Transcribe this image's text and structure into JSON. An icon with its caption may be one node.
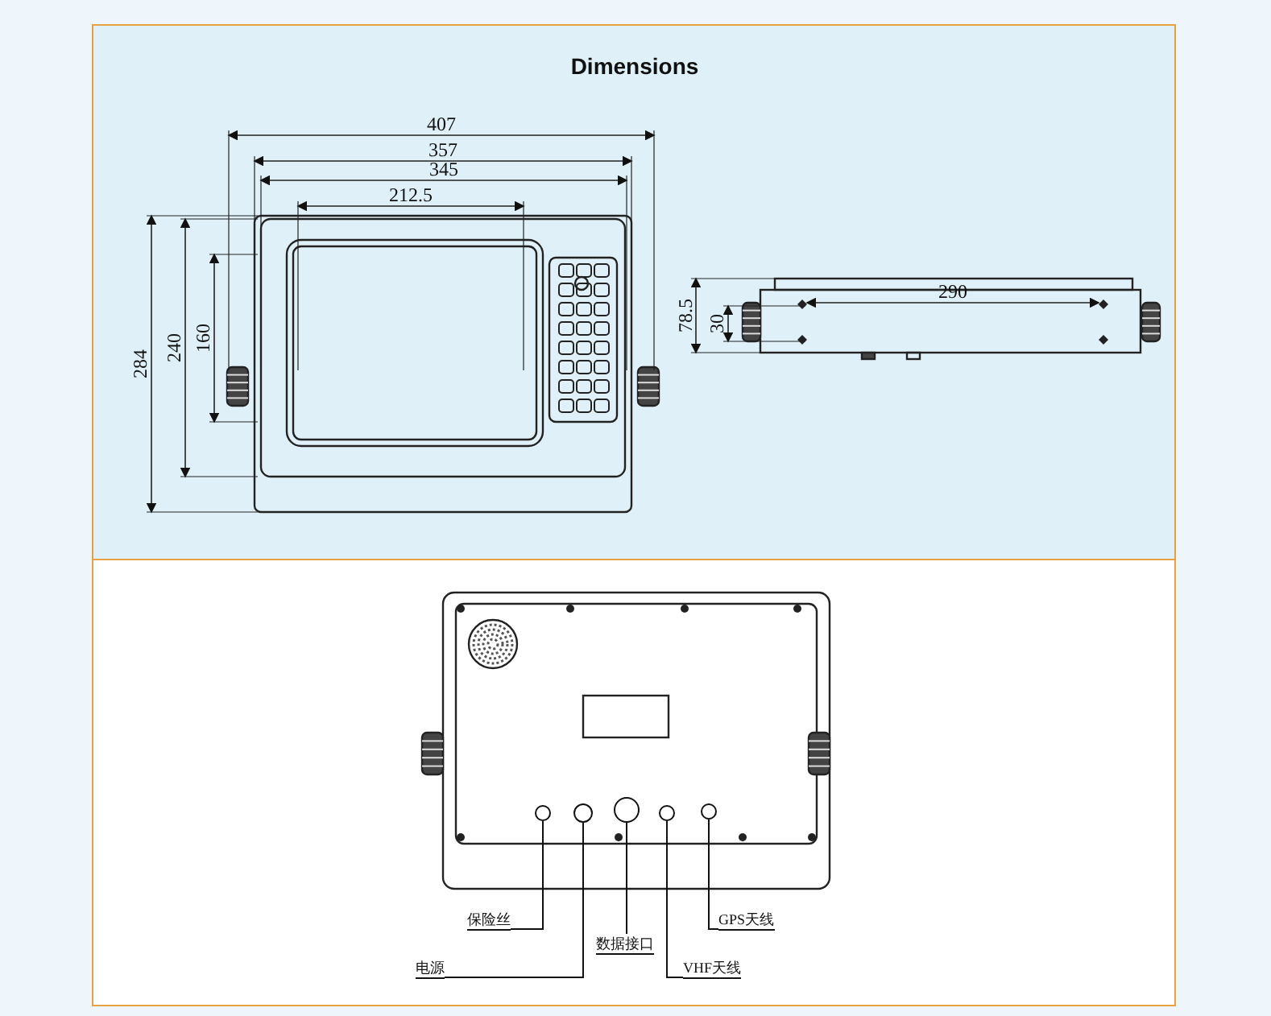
{
  "diagram": {
    "title": "Dimensions",
    "nodes": [
      {
        "text": [
          "保险丝"
        ]
      },
      {
        "text": [],
        "shape": "circle"
      },
      {
        "text": [
          "电源"
        ]
      },
      {
        "text": [],
        "shape": "circle"
      },
      {
        "text": [
          "数据接口"
        ]
      },
      {
        "text": [],
        "shape": "circle"
      },
      {
        "text": [
          "VHF天线"
        ]
      },
      {
        "text": [],
        "shape": "circle"
      },
      {
        "text": [
          "GPS天线"
        ]
      },
      {
        "text": [],
        "shape": "circle"
      }
    ],
    "edges": [
      {
        "from": 0,
        "to": 1,
        "arrow": "none"
      },
      {
        "from": 2,
        "to": 3,
        "arrow": "none"
      },
      {
        "from": 4,
        "to": 5,
        "arrow": "none"
      },
      {
        "from": 6,
        "to": 7,
        "arrow": "none"
      },
      {
        "from": 8,
        "to": 9,
        "arrow": "none"
      }
    ],
    "labels": [
      "407",
      "357",
      "345",
      "212.5",
      "284",
      "240",
      "160",
      "78.5",
      "30",
      "290"
    ]
  }
}
